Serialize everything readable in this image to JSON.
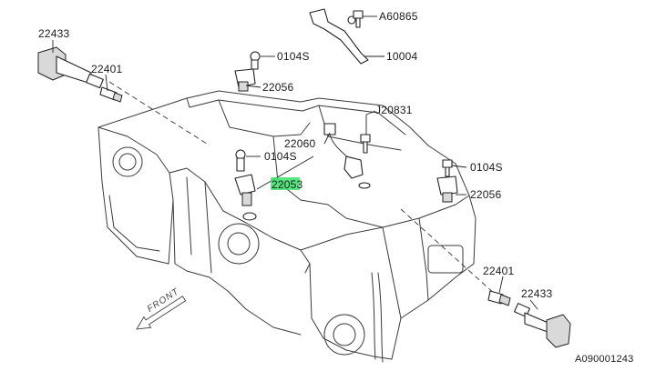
{
  "diagram": {
    "labels": {
      "coil_top_left": "22433",
      "plug_top_left": "22401",
      "bolt_top_1": "0104S",
      "sensor_top": "22056",
      "bolt_bracket": "A60865",
      "bracket": "10004",
      "clip": "J20831",
      "harness": "22060",
      "bolt_mid": "0104S",
      "sensor_main": "22053",
      "bolt_right": "0104S",
      "sensor_right": "22056",
      "plug_bottom_right": "22401",
      "coil_bottom_right": "22433",
      "figure_code": "A090001243"
    },
    "direction": "FRONT",
    "highlight_color": "#39e36b"
  }
}
